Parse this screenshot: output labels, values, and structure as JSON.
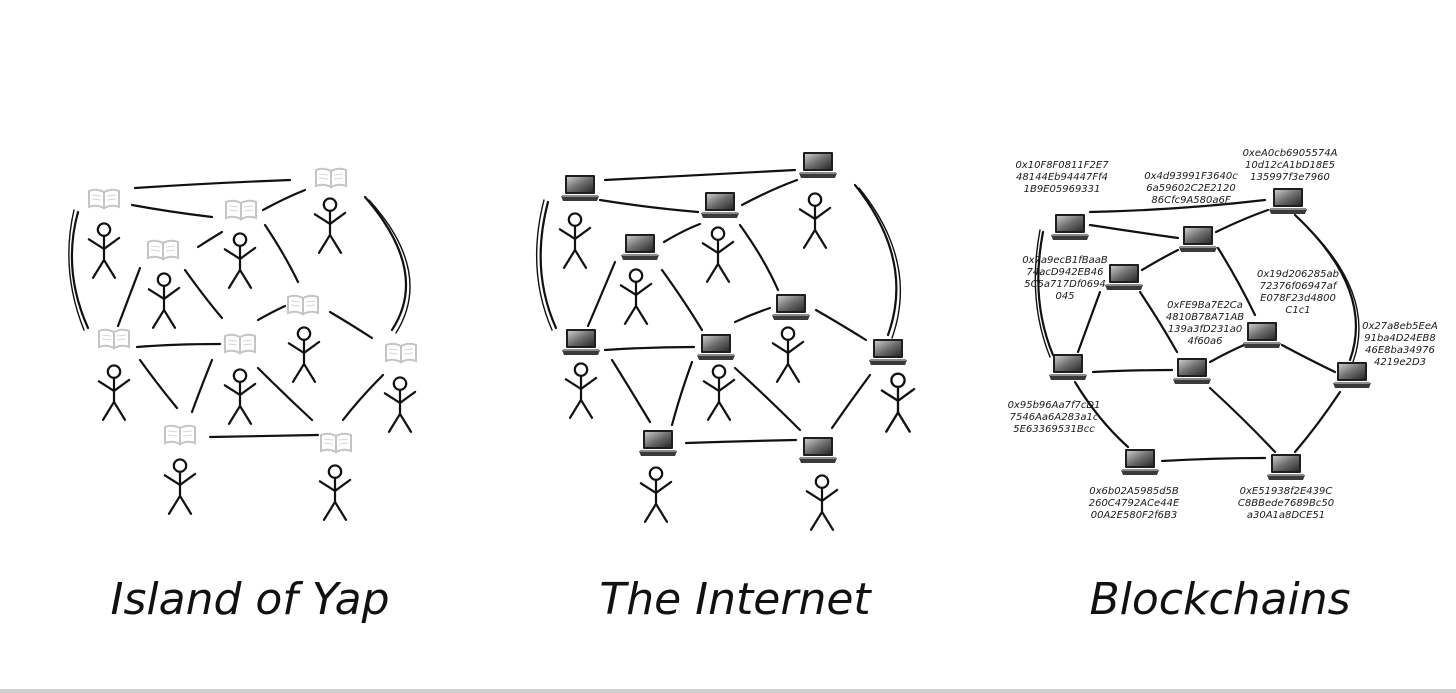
{
  "captions": {
    "yap": "Island of Yap",
    "internet": "The Internet",
    "blockchains": "Blockchains"
  },
  "colors": {
    "ink": "#111111",
    "ledger": "#c8c8c8",
    "laptop_light": "#9a9a9a",
    "laptop_dark": "#2b2b2b"
  },
  "icons": {
    "person": "stick-figure-icon",
    "ledger": "open-book-icon",
    "computer": "laptop-icon"
  },
  "addresses": [
    [
      "0x10F8F0811F2E7",
      "48144Eb94447Ff4",
      "1B9E05969331"
    ],
    [
      "0x4d93991F3640c",
      "6a59602C2E2120",
      "86Cfc9A580a6F"
    ],
    [
      "0xeA0cb6905574A",
      "10d12cA1bD18E5",
      "135997f3e7960"
    ],
    [
      "0x7a9ecB1fBaaB",
      "74acD942EB46",
      "5C5a717Df0694",
      "045"
    ],
    [
      "0x19d206285ab",
      "72376f06947af",
      "E078F23d4800",
      "C1c1"
    ],
    [
      "0xFE9Ba7E2Ca",
      "4810B78A71AB",
      "139a3fD231a0",
      "4f60a6"
    ],
    [
      "0x27a8eb5EeA",
      "91ba4D24EB8",
      "46E8ba34976",
      "4219e2D3"
    ],
    [
      "0x95b96Aa7f7cD1",
      "7546Aa6A283a1c",
      "5E63369531Bcc"
    ],
    [
      "0x6b02A5985d5B",
      "260C4792ACe44E",
      "00A2E580F2f6B3"
    ],
    [
      "0xE51938f2E439C",
      "C8BBede7689Bc50",
      "a30A1a8DCE51"
    ]
  ]
}
